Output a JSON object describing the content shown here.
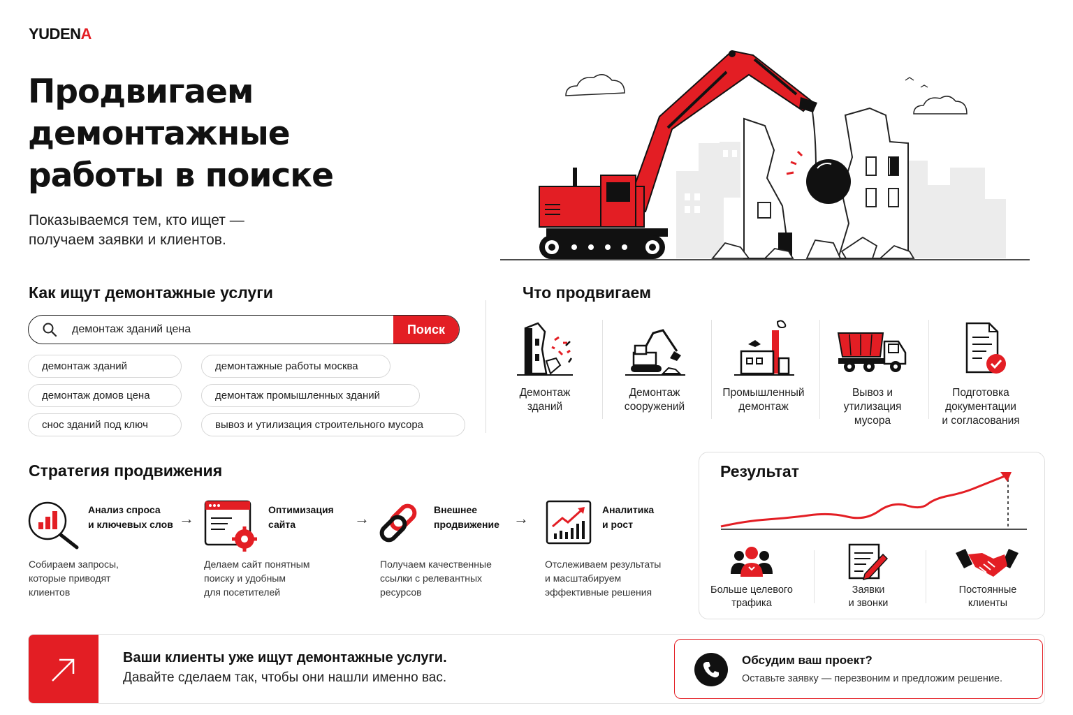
{
  "brand": {
    "logo_main": "YUDEN",
    "logo_accent": "A",
    "accent_color": "#e31e24"
  },
  "hero": {
    "title_lines": [
      "Продвигаем",
      "демонтажные",
      "работы в поиске"
    ],
    "subtitle_lines": [
      "Показываемся тем, кто ищет —",
      "получаем заявки и клиентов."
    ]
  },
  "search_section": {
    "heading": "Как ищут демонтажные услуги",
    "query": "демонтаж зданий цена",
    "button_label": "Поиск",
    "chips": [
      "демонтаж зданий",
      "демонтажные работы москва",
      "демонтаж домов цена",
      "демонтаж промышленных зданий",
      "снос зданий под ключ",
      "вывоз и утилизация строительного мусора"
    ]
  },
  "services": {
    "heading": "Что продвигаем",
    "items": [
      {
        "icon": "building-demolition-icon",
        "lines": [
          "Демонтаж",
          "зданий"
        ]
      },
      {
        "icon": "excavator-icon",
        "lines": [
          "Демонтаж",
          "сооружений"
        ]
      },
      {
        "icon": "factory-icon",
        "lines": [
          "Промышленный",
          "демонтаж"
        ]
      },
      {
        "icon": "dump-truck-icon",
        "lines": [
          "Вывоз и",
          "утилизация",
          "мусора"
        ]
      },
      {
        "icon": "document-check-icon",
        "lines": [
          "Подготовка",
          "документации",
          "и согласования"
        ]
      }
    ]
  },
  "strategy": {
    "heading": "Стратегия продвижения",
    "steps": [
      {
        "icon": "analytics-magnifier-icon",
        "title_lines": [
          "Анализ спроса",
          "и ключевых слов"
        ],
        "desc_lines": [
          "Собираем запросы,",
          "которые приводят",
          "клиентов"
        ]
      },
      {
        "icon": "site-settings-icon",
        "title_lines": [
          "Оптимизация",
          "сайта"
        ],
        "desc_lines": [
          "Делаем сайт понятным",
          "поиску и удобным",
          "для посетителей"
        ]
      },
      {
        "icon": "link-icon",
        "title_lines": [
          "Внешнее",
          "продвижение"
        ],
        "desc_lines": [
          "Получаем качественные",
          "ссылки с релевантных",
          "ресурсов"
        ]
      },
      {
        "icon": "growth-chart-icon",
        "title_lines": [
          "Аналитика",
          "и рост"
        ],
        "desc_lines": [
          "Отслеживаем результаты",
          "и масштабируем",
          "эффективные решения"
        ]
      }
    ]
  },
  "result": {
    "heading": "Результат",
    "items": [
      {
        "icon": "audience-icon",
        "lines": [
          "Больше целевого",
          "трафика"
        ]
      },
      {
        "icon": "form-pen-icon",
        "lines": [
          "Заявки",
          "и звонки"
        ]
      },
      {
        "icon": "handshake-icon",
        "lines": [
          "Постоянные",
          "клиенты"
        ]
      }
    ]
  },
  "cta": {
    "title": "Ваши клиенты уже ищут демонтажные услуги.",
    "subtitle": "Давайте сделаем так, чтобы они нашли именно вас.",
    "contact_title": "Обсудим ваш проект?",
    "contact_subtitle": "Оставьте заявку — перезвоним и предложим решение."
  }
}
